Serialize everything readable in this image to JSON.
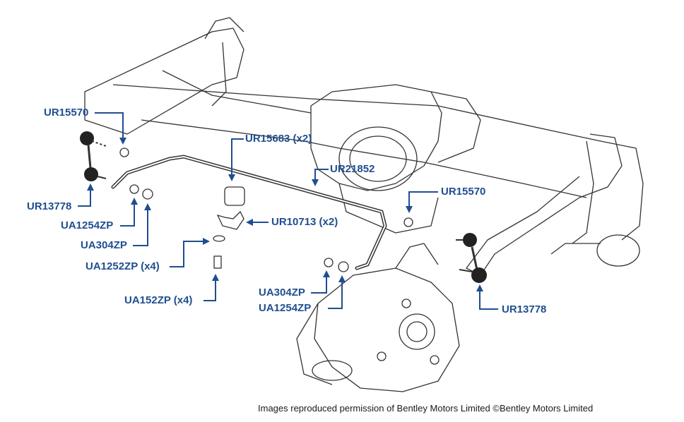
{
  "diagram": {
    "part_labels": [
      {
        "id": "ur15570_left",
        "text": "UR15570"
      },
      {
        "id": "ur13778_left",
        "text": "UR13778"
      },
      {
        "id": "ua1254zp_left",
        "text": "UA1254ZP"
      },
      {
        "id": "ua304zp_left",
        "text": "UA304ZP"
      },
      {
        "id": "ua1252zp",
        "text": "UA1252ZP (x4)"
      },
      {
        "id": "ua152zp",
        "text": "UA152ZP (x4)"
      },
      {
        "id": "ur15683",
        "text": "UR15683 (x2)"
      },
      {
        "id": "ur10713",
        "text": "UR10713 (x2)"
      },
      {
        "id": "ur21852",
        "text": "UR21852"
      },
      {
        "id": "ur15570_right",
        "text": "UR15570"
      },
      {
        "id": "ua304zp_right",
        "text": "UA304ZP"
      },
      {
        "id": "ua1254zp_right",
        "text": "UA1254ZP"
      },
      {
        "id": "ur13778_right",
        "text": "UR13778"
      }
    ],
    "credit": "Images reproduced permission of Bentley Motors Limited ©Bentley Motors Limited",
    "colors": {
      "label": "#1f4e8f",
      "arrow": "#1f4e8f",
      "line_art": "#333333",
      "background": "#ffffff"
    }
  }
}
